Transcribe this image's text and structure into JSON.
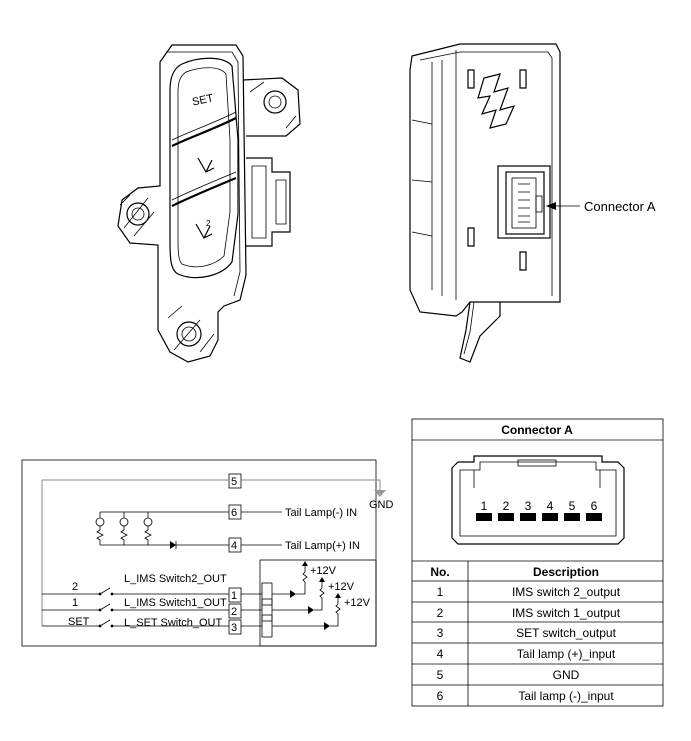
{
  "callout": {
    "connector_label": "Connector A",
    "set_button_label": "SET"
  },
  "schematic": {
    "terminals": [
      "5",
      "6",
      "4",
      "1",
      "2",
      "3"
    ],
    "gnd_label": "GND",
    "tail_lamp_minus": "Tail Lamp(-) IN",
    "tail_lamp_plus": "Tail Lamp(+) IN",
    "switch_rows": [
      {
        "left": "2",
        "signal": "L_IMS Switch2_OUT"
      },
      {
        "left": "1",
        "signal": "L_IMS Switch1_OUT"
      },
      {
        "left": "SET",
        "signal": "L_SET Switch_OUT"
      }
    ],
    "supply_label": "+12V"
  },
  "connector_table": {
    "title": "Connector A",
    "pins": [
      "1",
      "2",
      "3",
      "4",
      "5",
      "6"
    ],
    "headers": {
      "no": "No.",
      "description": "Description"
    },
    "rows": [
      {
        "no": "1",
        "description": "IMS switch 2_output"
      },
      {
        "no": "2",
        "description": "IMS switch 1_output"
      },
      {
        "no": "3",
        "description": "SET switch_output"
      },
      {
        "no": "4",
        "description": "Tail lamp (+)_input"
      },
      {
        "no": "5",
        "description": "GND"
      },
      {
        "no": "6",
        "description": "Tail lamp (-)_input"
      }
    ]
  }
}
